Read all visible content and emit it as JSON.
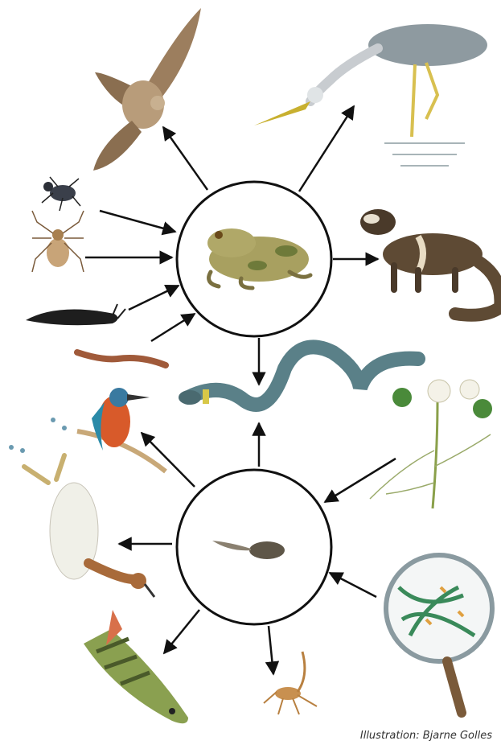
{
  "credit": "Illustration: Bjarne Golles",
  "diagram": {
    "type": "food-web",
    "hubs": [
      {
        "id": "frog-hub",
        "animal": "frog"
      },
      {
        "id": "tadpole-hub",
        "animal": "tadpole"
      }
    ],
    "organisms": [
      "buzzard",
      "grey-heron",
      "polecat",
      "ground-beetle",
      "garden-spider",
      "slug",
      "earthworm",
      "grass-snake",
      "kingfisher",
      "water-crowfoot",
      "great-crested-grebe",
      "perch",
      "water-scorpion",
      "algae-under-magnifier"
    ],
    "links": [
      {
        "from": "frog",
        "to": "buzzard"
      },
      {
        "from": "frog",
        "to": "grey-heron"
      },
      {
        "from": "frog",
        "to": "polecat"
      },
      {
        "from": "frog",
        "to": "grass-snake"
      },
      {
        "from": "ground-beetle",
        "to": "frog"
      },
      {
        "from": "garden-spider",
        "to": "frog"
      },
      {
        "from": "slug",
        "to": "frog"
      },
      {
        "from": "earthworm",
        "to": "frog"
      },
      {
        "from": "tadpole",
        "to": "grass-snake"
      },
      {
        "from": "tadpole",
        "to": "kingfisher"
      },
      {
        "from": "tadpole",
        "to": "great-crested-grebe"
      },
      {
        "from": "tadpole",
        "to": "perch"
      },
      {
        "from": "tadpole",
        "to": "water-scorpion"
      },
      {
        "from": "water-crowfoot",
        "to": "tadpole"
      },
      {
        "from": "algae-under-magnifier",
        "to": "tadpole"
      }
    ]
  }
}
